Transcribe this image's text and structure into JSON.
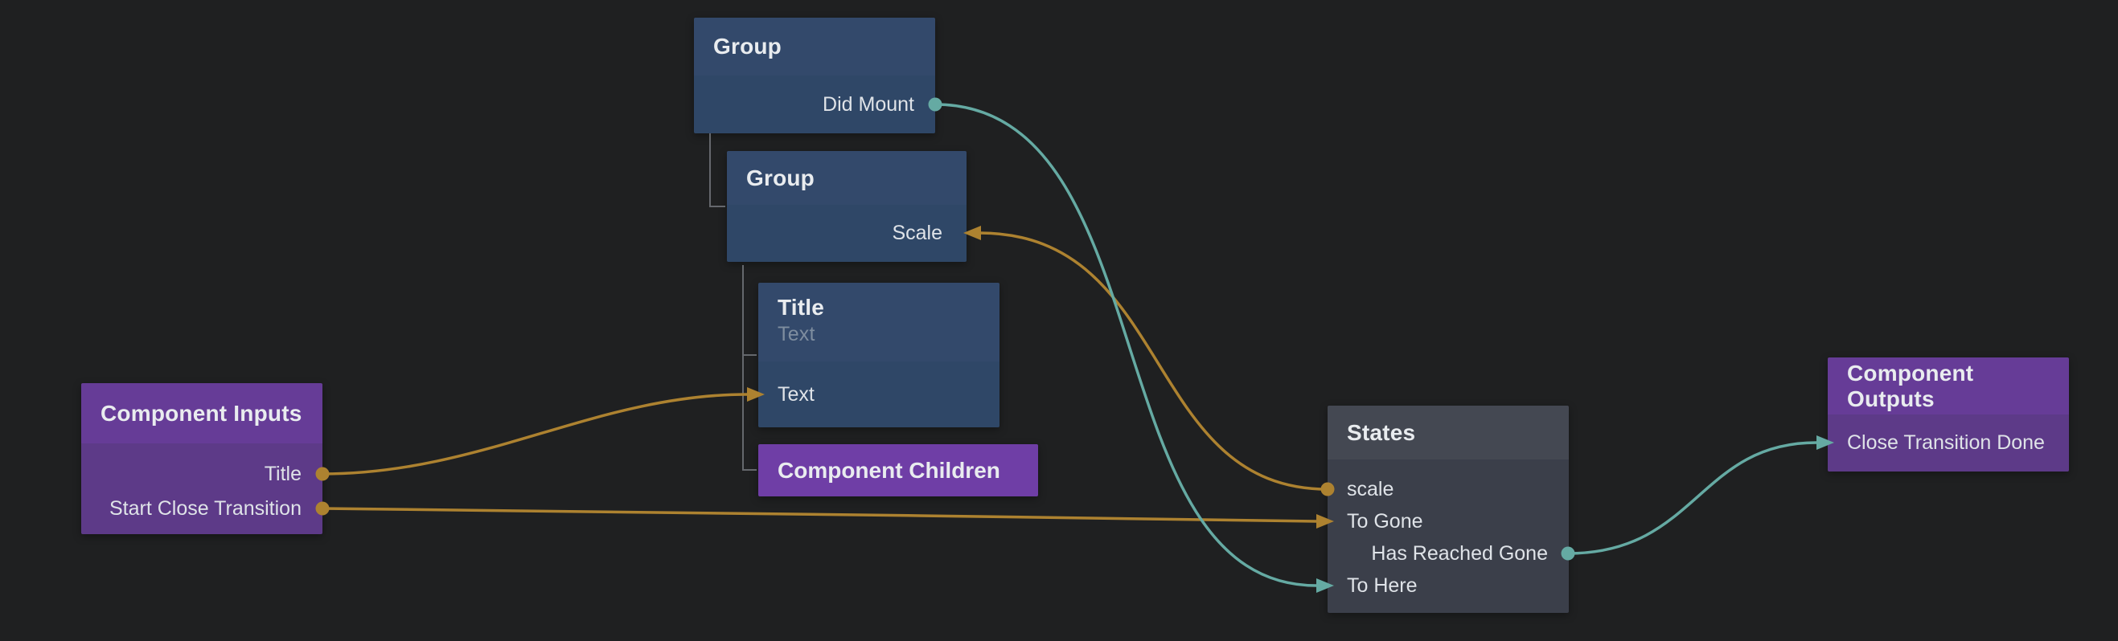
{
  "colors": {
    "background": "#1f2021",
    "blue_header": "#33496b",
    "blue_body": "#2f4767",
    "purple_header": "#663c97",
    "purple_body": "#5d3a88",
    "purple_solid": "#6f3ea6",
    "gray_header": "#444852",
    "gray_body": "#3b3f4a",
    "orange": "#ad8230",
    "teal": "#65aaa3",
    "tree_line": "#65686d",
    "title_text": "#e9ecef",
    "row_text": "#dfe3e8",
    "subtitle_text": "#7e8d9f"
  },
  "nodes": {
    "group_outer": {
      "title": "Group",
      "rows": [
        {
          "label": "Did Mount",
          "port": "output-right",
          "port_color": "teal"
        }
      ]
    },
    "group_inner": {
      "title": "Group",
      "rows": [
        {
          "label": "Scale",
          "port": "input-right",
          "port_color": "orange"
        }
      ]
    },
    "title_text": {
      "title": "Title",
      "subtitle": "Text",
      "rows": [
        {
          "label": "Text",
          "port": "input-left",
          "port_color": "orange"
        }
      ]
    },
    "component_children": {
      "title": "Component Children"
    },
    "component_inputs": {
      "title": "Component Inputs",
      "rows": [
        {
          "label": "Title",
          "port": "output-right",
          "port_color": "orange"
        },
        {
          "label": "Start Close Transition",
          "port": "output-right",
          "port_color": "orange"
        }
      ]
    },
    "states": {
      "title": "States",
      "rows": [
        {
          "label": "scale",
          "port": "output-left",
          "port_color": "orange"
        },
        {
          "label": "To Gone",
          "port": "input-left",
          "port_color": "orange"
        },
        {
          "label": "Has Reached Gone",
          "port": "output-right",
          "port_color": "teal"
        },
        {
          "label": "To Here",
          "port": "input-left",
          "port_color": "teal"
        }
      ]
    },
    "component_outputs": {
      "title": "Component Outputs",
      "rows": [
        {
          "label": "Close Transition Done",
          "port": "input-left",
          "port_color": "teal"
        }
      ]
    }
  },
  "connections": [
    {
      "from": "Component Inputs.Title",
      "to": "Title.Text",
      "color": "orange"
    },
    {
      "from": "Component Inputs.Start Close Transition",
      "to": "States.To Gone",
      "color": "orange"
    },
    {
      "from": "States.scale",
      "to": "Group.Scale",
      "color": "orange"
    },
    {
      "from": "Group.Did Mount",
      "to": "States.To Here",
      "color": "teal"
    },
    {
      "from": "States.Has Reached Gone",
      "to": "Component Outputs.Close Transition Done",
      "color": "teal"
    }
  ]
}
